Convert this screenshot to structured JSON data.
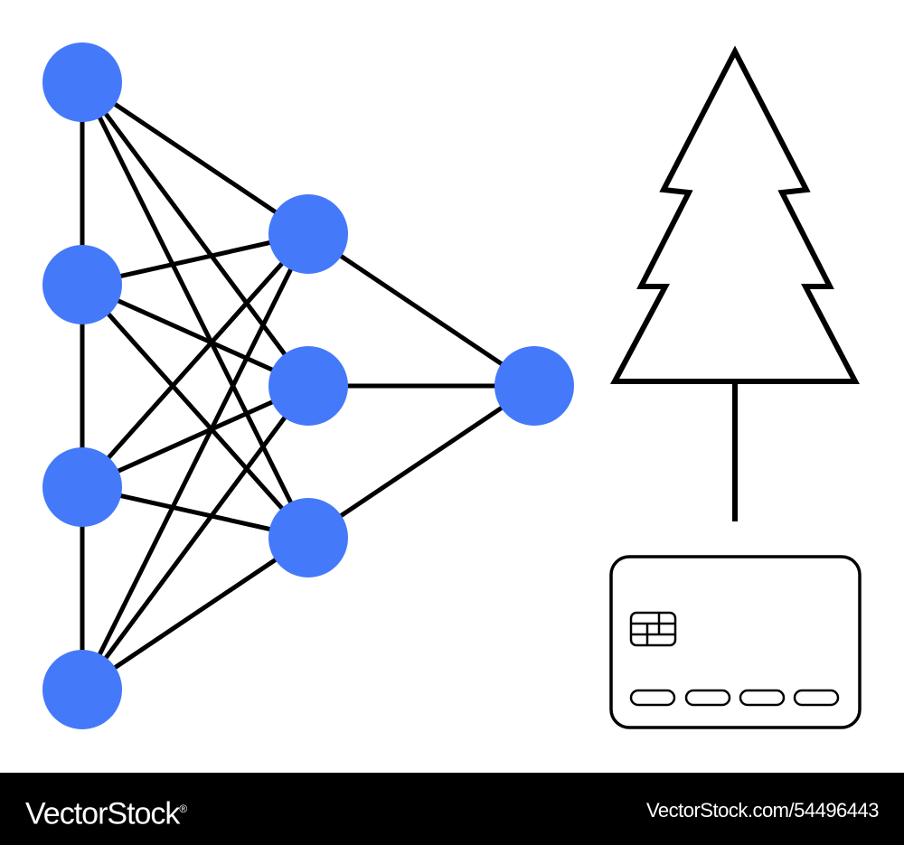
{
  "colors": {
    "node_fill": "#4479FA",
    "stroke": "#000000",
    "background": "#FFFFFF",
    "footer_bg": "#000000",
    "footer_text": "#FFFFFF"
  },
  "diagram": {
    "type": "neural-network",
    "layers": [
      {
        "nodes": 4
      },
      {
        "nodes": 3
      },
      {
        "nodes": 1
      }
    ],
    "input_layer_nodes_linked_vertically": true
  },
  "icons": {
    "tree": "pine-tree-icon",
    "card": "credit-card-icon",
    "card_chip": "chip-icon"
  },
  "footer": {
    "logo": "VectorStock",
    "logo_mark": "®",
    "image_id": "VectorStock.com/54496443"
  }
}
